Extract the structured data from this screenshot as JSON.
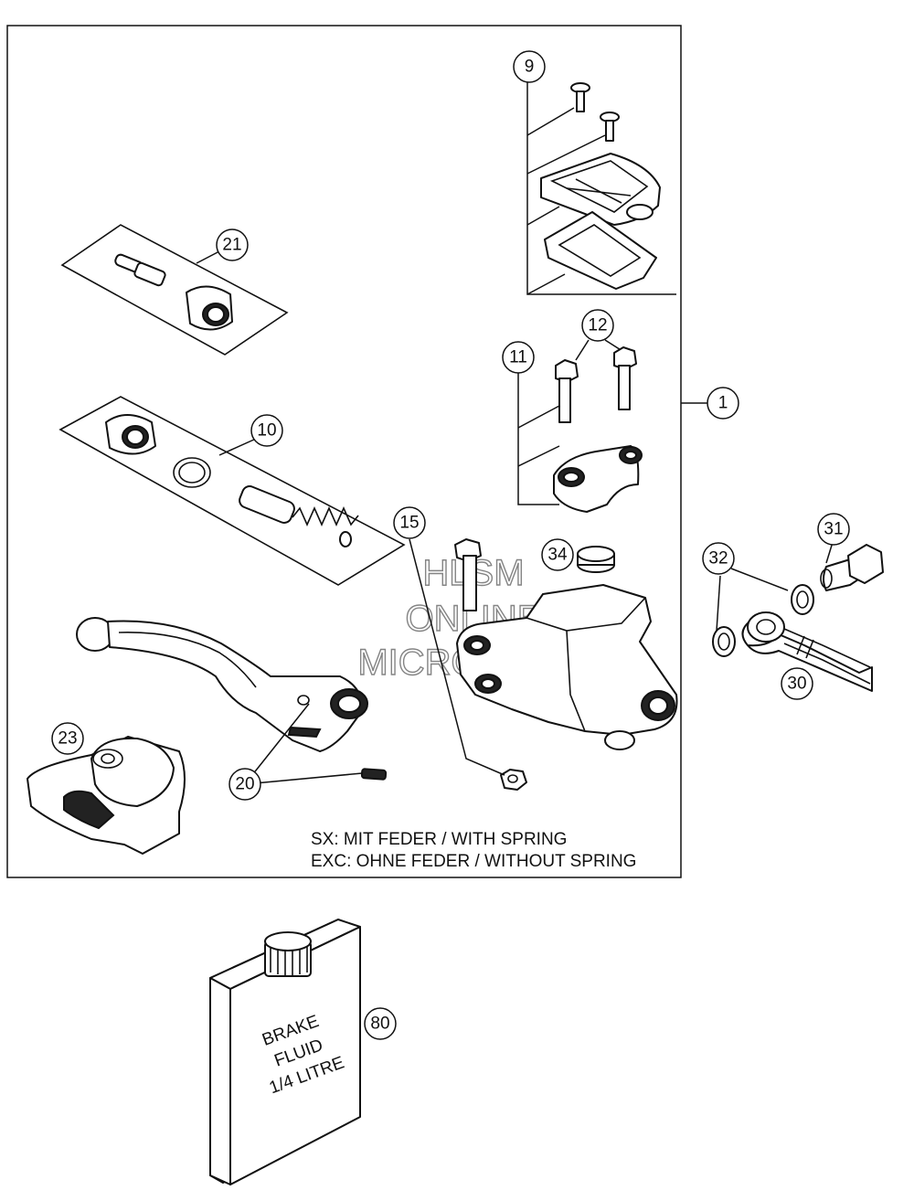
{
  "callouts": {
    "c1": "1",
    "c9": "9",
    "c10": "10",
    "c11": "11",
    "c12": "12",
    "c15": "15",
    "c20": "20",
    "c21": "21",
    "c23": "23",
    "c30": "30",
    "c31": "31",
    "c32": "32",
    "c34": "34",
    "c80": "80"
  },
  "notes": {
    "line1": "SX: MIT FEDER / WITH SPRING",
    "line2": "EXC: OHNE FEDER / WITHOUT SPRING"
  },
  "can_label": [
    "BRAKE",
    "FLUID",
    "1/4 LITRE"
  ],
  "watermark": [
    "HLSM",
    "ONLINE",
    "MICROFICHE"
  ]
}
